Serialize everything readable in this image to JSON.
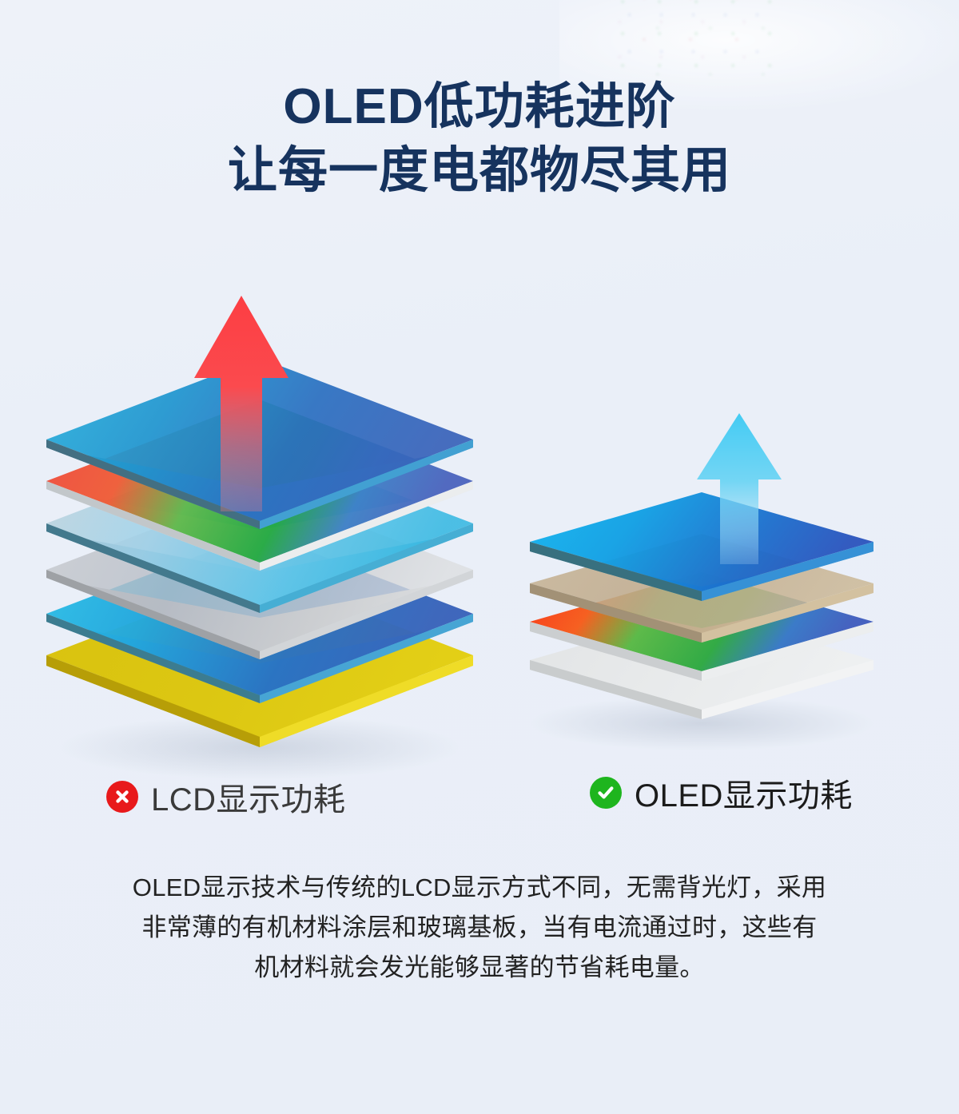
{
  "page": {
    "background_color": "#eaeff8",
    "heading_color": "#16335e",
    "body_text_color": "#222222"
  },
  "heading": {
    "line1": "OLED低功耗进阶",
    "line2": "让每一度电都物尽其用"
  },
  "comparison": {
    "lcd": {
      "caption": "LCD显示功耗",
      "badge_icon": "circle-cross-icon",
      "badge_color": "#e8191b",
      "arrow_icon": "up-arrow-icon",
      "arrow_color": "#f93a3f",
      "arrow_meaning": "high-power-consumption",
      "layer_count": 6,
      "layers": [
        {
          "name": "polarizer-top",
          "color": "#2aa6d8"
        },
        {
          "name": "color-filter-rgb",
          "color": "#ef3a33"
        },
        {
          "name": "liquid-crystal",
          "color": "#b9c9d2"
        },
        {
          "name": "tft-glass",
          "color": "#c9ccd0"
        },
        {
          "name": "polarizer-bottom",
          "color": "#2ec0e8"
        },
        {
          "name": "backlight-unit",
          "color": "#d8c313"
        }
      ]
    },
    "oled": {
      "caption": "OLED显示功耗",
      "badge_icon": "circle-check-icon",
      "badge_color": "#1eb51e",
      "arrow_icon": "up-arrow-icon",
      "arrow_color": "#41c7f0",
      "arrow_meaning": "low-power-consumption",
      "layer_count": 4,
      "layers": [
        {
          "name": "encapsulation-glass",
          "color": "#17a9e8"
        },
        {
          "name": "organic-emissive",
          "color": "#bda988"
        },
        {
          "name": "rgb-pixel-layer",
          "color": "#f52f15"
        },
        {
          "name": "tft-substrate",
          "color": "#e4e6e7"
        }
      ]
    }
  },
  "body_copy": {
    "line1": "OLED显示技术与传统的LCD显示方式不同，无需背光灯，采用",
    "line2": "非常薄的有机材料涂层和玻璃基板，当有电流通过时，这些有",
    "line3": "机材料就会发光能够显著的节省耗电量。"
  }
}
